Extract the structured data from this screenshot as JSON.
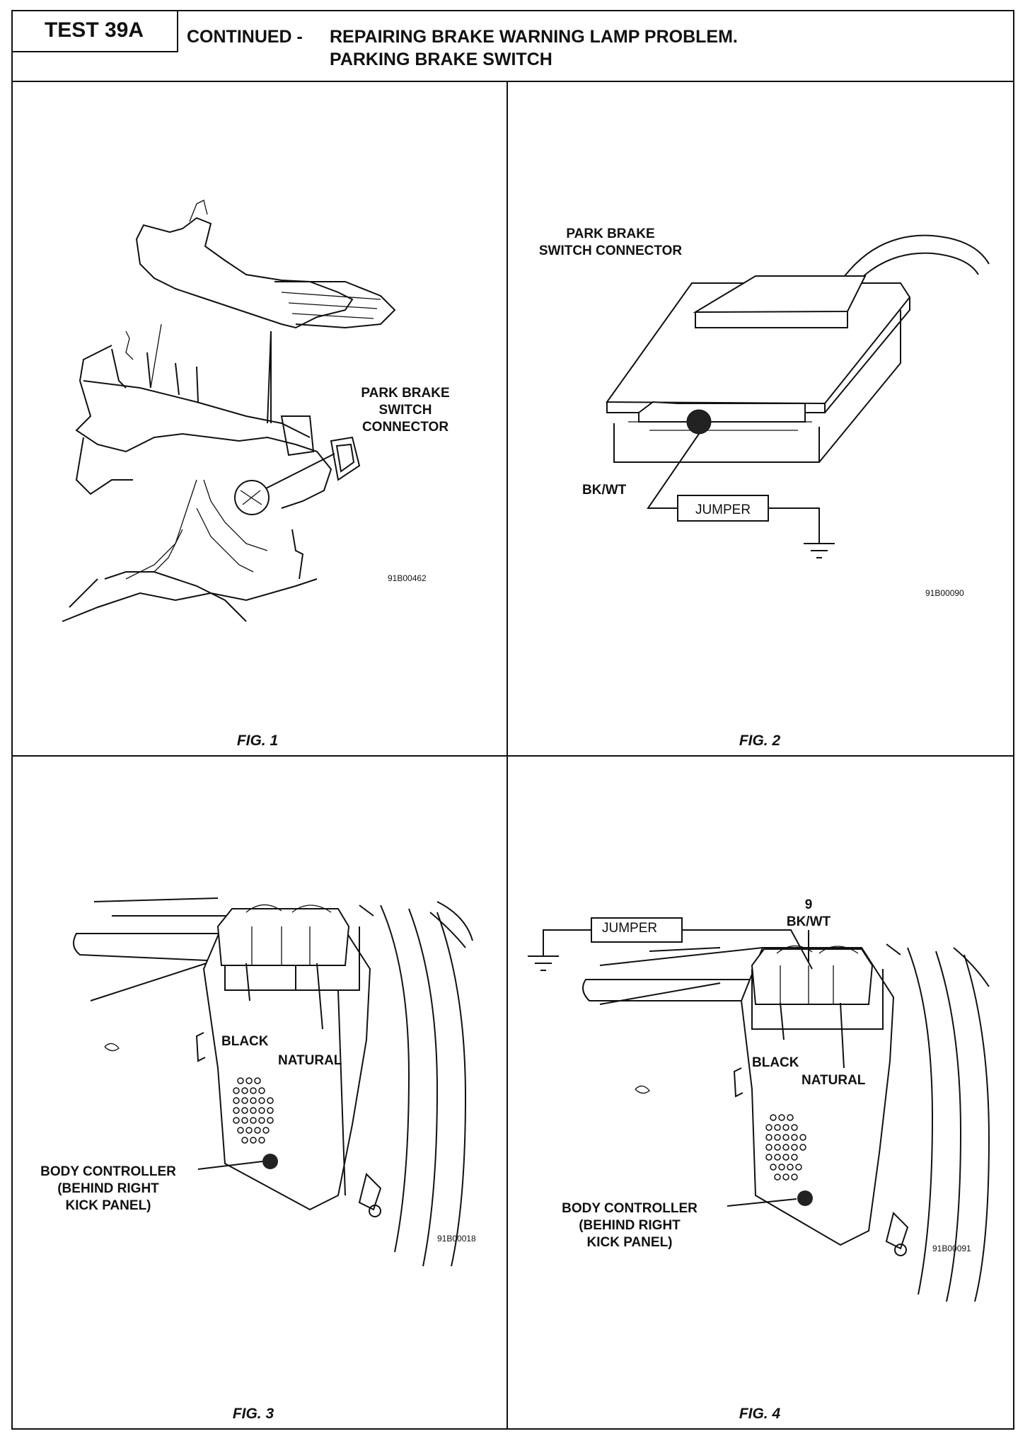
{
  "header": {
    "test_label": "TEST 39A",
    "continued": "CONTINUED -",
    "title_line1": "REPAIRING BRAKE WARNING LAMP PROBLEM.",
    "title_line2": "PARKING BRAKE SWITCH"
  },
  "figures": [
    {
      "caption": "FIG. 1",
      "code": "91B00462",
      "labels": {
        "connector_1": "PARK BRAKE",
        "connector_2": "SWITCH",
        "connector_3": "CONNECTOR"
      }
    },
    {
      "caption": "FIG. 2",
      "code": "91B00090",
      "labels": {
        "title_1": "PARK BRAKE",
        "title_2": "SWITCH CONNECTOR",
        "wire": "BK/WT",
        "jumper": "JUMPER"
      }
    },
    {
      "caption": "FIG. 3",
      "code": "91B00018",
      "labels": {
        "black": "BLACK",
        "natural": "NATURAL",
        "bc_1": "BODY CONTROLLER",
        "bc_2": "(BEHIND RIGHT",
        "bc_3": "KICK PANEL)"
      }
    },
    {
      "caption": "FIG. 4",
      "code": "91B00091",
      "labels": {
        "jumper": "JUMPER",
        "pin": "9",
        "wire": "BK/WT",
        "black": "BLACK",
        "natural": "NATURAL",
        "bc_1": "BODY CONTROLLER",
        "bc_2": "(BEHIND RIGHT",
        "bc_3": "KICK PANEL)"
      }
    }
  ]
}
